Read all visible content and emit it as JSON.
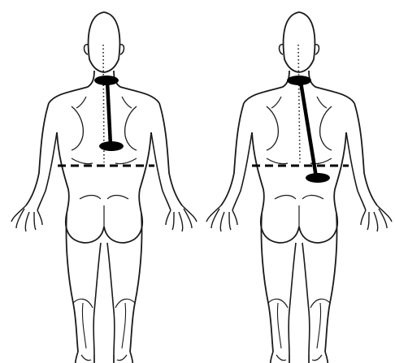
{
  "figure": {
    "panels": [
      {
        "id": "left",
        "marker_line": "vertical"
      },
      {
        "id": "right",
        "marker_line": "diagonal"
      }
    ],
    "colors": {
      "background": "#ffffff",
      "outline": "#1a1a1a",
      "marker": "#000000"
    }
  }
}
